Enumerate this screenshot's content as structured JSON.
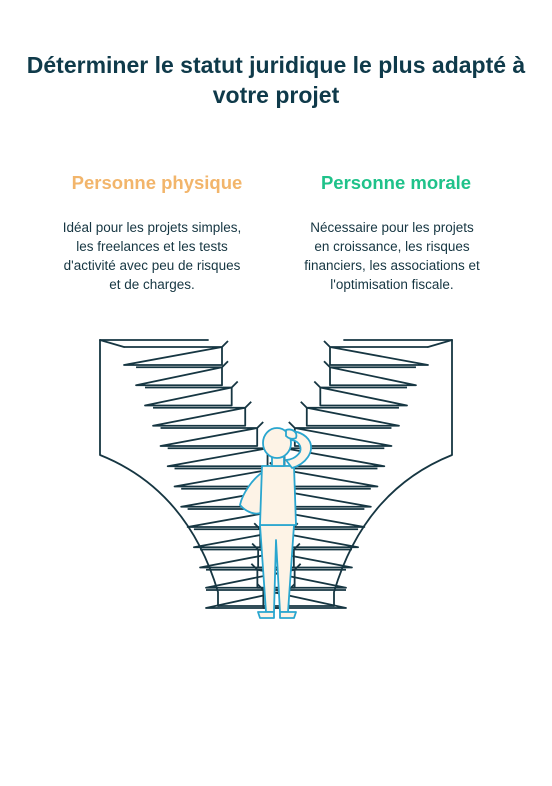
{
  "title": "Déterminer le statut juridique le plus adapté à votre projet",
  "left": {
    "heading": "Personne physique",
    "description": "Idéal pour les projets simples, les freelances et les tests d'activité avec peu de risques et de charges."
  },
  "right": {
    "heading": "Personne morale",
    "description": "Nécessaire pour les projets en croissance, les risques financiers, les associations et l'optimisation fiscale."
  },
  "colors": {
    "title": "#0f3a4a",
    "left_accent": "#f2b56b",
    "right_accent": "#1fc28a",
    "outline": "#163642",
    "figure_outline": "#2aa6cf",
    "figure_fill": "#fdf3e6"
  },
  "icons": {
    "stairs": "v-shaped-staircase-illustration",
    "person": "thinking-person-icon"
  }
}
